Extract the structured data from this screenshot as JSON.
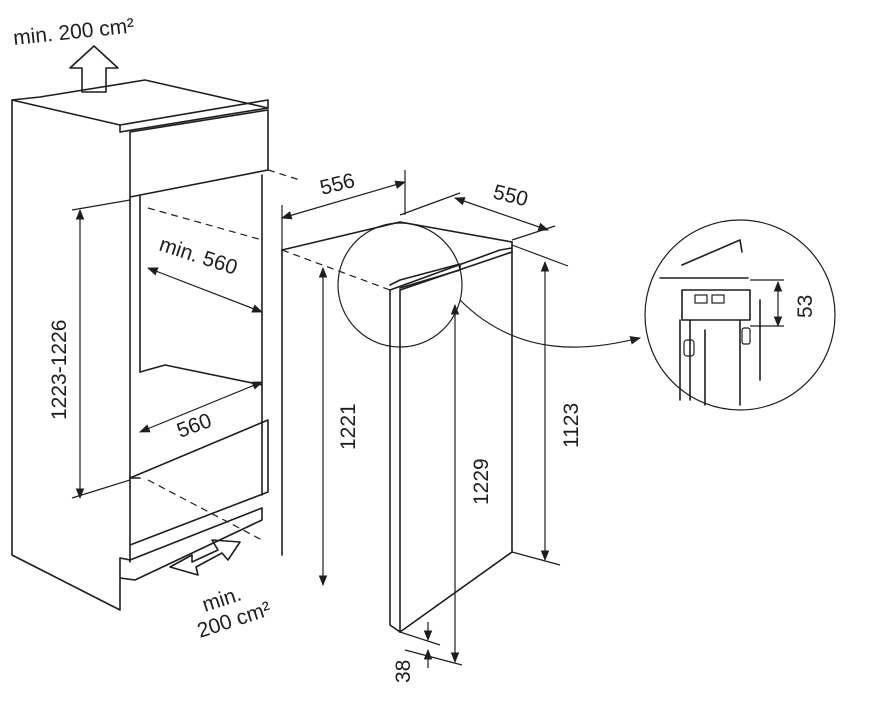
{
  "vent_top": "min. 200 cm²",
  "vent_bottom_line1": "min.",
  "vent_bottom_line2": "200 cm²",
  "dims": {
    "niche_height": "1223-1226",
    "niche_width_top": "min. 560",
    "niche_width_bottom": "560",
    "appliance_width": "556",
    "appliance_depth": "550",
    "appliance_height_1221": "1221",
    "door_height_1229": "1229",
    "hinge_height_1123": "1123",
    "detail_53": "53",
    "bottom_offset_38": "38"
  }
}
